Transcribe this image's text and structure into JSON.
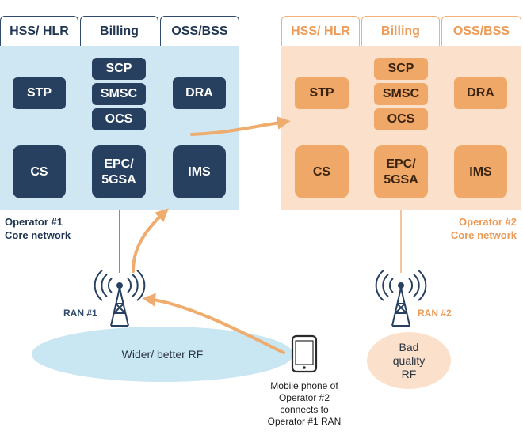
{
  "operator1": {
    "tabs": [
      "HSS/ HLR",
      "Billing",
      "OSS/BSS"
    ],
    "boxes": {
      "stp": "STP",
      "scp": "SCP",
      "smsc": "SMSC",
      "ocs": "OCS",
      "dra": "DRA",
      "cs": "CS",
      "epc_line1": "EPC/",
      "epc_line2": "5GSA",
      "ims": "IMS"
    },
    "label_line1": "Operator #1",
    "label_line2": "Core network",
    "ran_label": "RAN #1",
    "rf_label": "Wider/ better RF"
  },
  "operator2": {
    "tabs": [
      "HSS/ HLR",
      "Billing",
      "OSS/BSS"
    ],
    "boxes": {
      "stp": "STP",
      "scp": "SCP",
      "smsc": "SMSC",
      "ocs": "OCS",
      "dra": "DRA",
      "cs": "CS",
      "epc_line1": "EPC/",
      "epc_line2": "5GSA",
      "ims": "IMS"
    },
    "label_line1": "Operator #2",
    "label_line2": "Core network",
    "ran_label": "RAN #2",
    "rf_line1": "Bad",
    "rf_line2": "quality",
    "rf_line3": "RF"
  },
  "phone_caption": [
    "Mobile phone of",
    "Operator #2",
    "connects to",
    "Operator #1 RAN"
  ],
  "colors": {
    "operator1_dark": "#27405f",
    "operator1_light": "#cfe6f3",
    "operator2_accent": "#f0a868",
    "operator2_light": "#fbe1cc",
    "arrow": "#efac6f"
  },
  "icons": [
    "antenna-tower-icon",
    "mobile-phone-icon"
  ]
}
